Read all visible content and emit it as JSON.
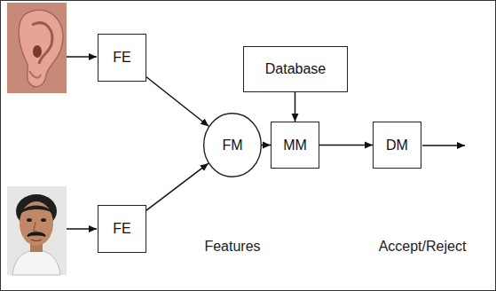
{
  "diagram": {
    "nodes": [
      {
        "text": [
          "FE"
        ]
      },
      {
        "text": [
          "FE"
        ]
      },
      {
        "text": [
          "FM"
        ]
      },
      {
        "text": [
          "Database"
        ]
      },
      {
        "text": [
          "MM"
        ]
      },
      {
        "text": [
          "DM"
        ]
      }
    ],
    "edges": [
      {
        "from": 0,
        "to": 2,
        "arrow": "to"
      },
      {
        "from": 1,
        "to": 2,
        "arrow": "to"
      },
      {
        "from": 2,
        "to": 4,
        "arrow": "to"
      },
      {
        "from": 3,
        "to": 4,
        "arrow": "to"
      },
      {
        "from": 4,
        "to": 5,
        "arrow": "to"
      }
    ],
    "labels": [
      "Features",
      "Accept/Reject"
    ]
  }
}
